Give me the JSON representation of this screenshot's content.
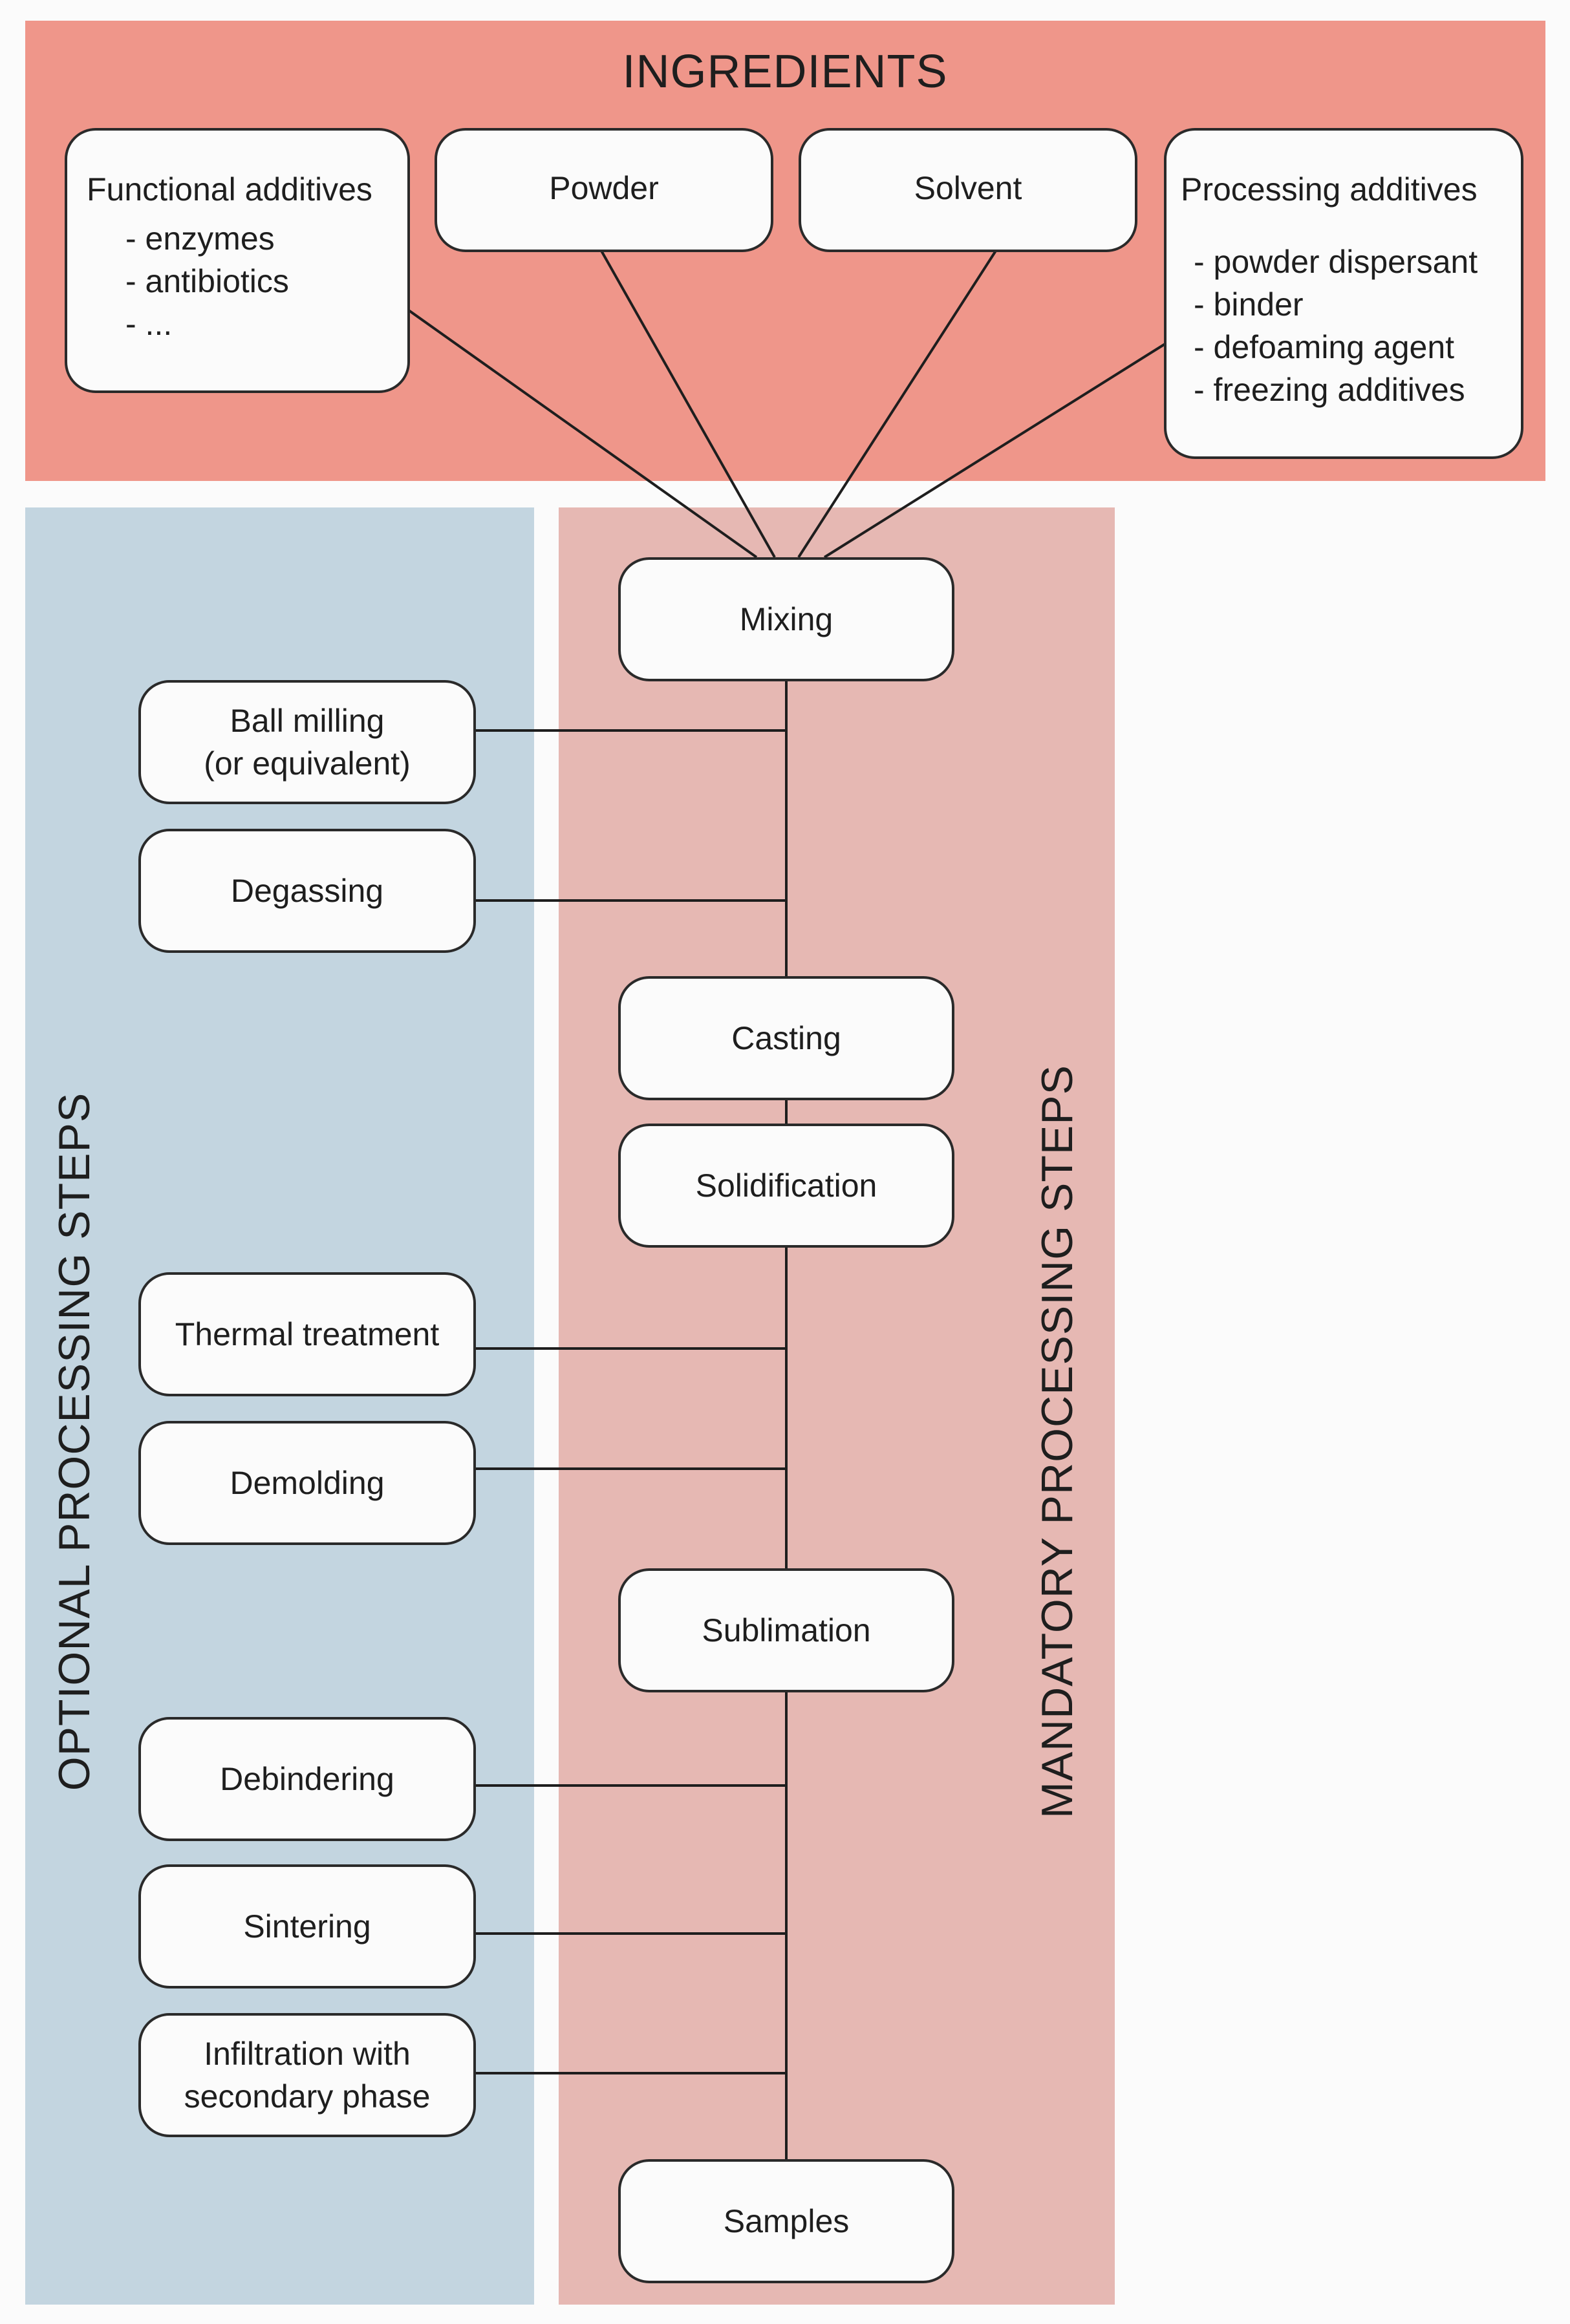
{
  "ingredients": {
    "title": "INGREDIENTS",
    "functional_additives": {
      "heading": "Functional additives",
      "items": [
        "enzymes",
        "antibiotics",
        "..."
      ]
    },
    "powder": "Powder",
    "solvent": "Solvent",
    "processing_additives": {
      "heading": "Processing additives",
      "items": [
        "powder dispersant",
        "binder",
        "defoaming agent",
        "freezing additives"
      ]
    }
  },
  "optional": {
    "title": "OPTIONAL PROCESSING STEPS",
    "steps": [
      {
        "line1": "Ball milling",
        "line2": "(or equivalent)"
      },
      {
        "line1": "Degassing",
        "line2": ""
      },
      {
        "line1": "Thermal treatment",
        "line2": ""
      },
      {
        "line1": "Demolding",
        "line2": ""
      },
      {
        "line1": "Debindering",
        "line2": ""
      },
      {
        "line1": "Sintering",
        "line2": ""
      },
      {
        "line1": "Infiltration with",
        "line2": "secondary phase"
      }
    ]
  },
  "mandatory": {
    "title": "MANDATORY PROCESSING STEPS",
    "steps": [
      "Mixing",
      "Casting",
      "Solidification",
      "Sublimation",
      "Samples"
    ]
  },
  "colors": {
    "ingredients_bg": "#ef968a",
    "optional_bg": "#c3d5e0",
    "mandatory_bg": "#e6b8b3",
    "box_fill": "#fbfbfb",
    "line": "#1e1e1e"
  }
}
